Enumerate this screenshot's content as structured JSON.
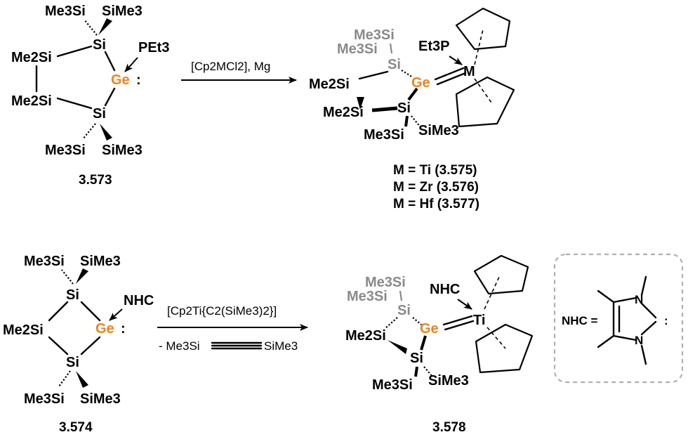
{
  "labels": {
    "me3si": "Me3Si",
    "sime3": "SiMe3",
    "me2si": "Me2Si",
    "si": "Si",
    "ge": "Ge",
    "pet3": "PEt3",
    "et3p": "Et3P",
    "m": "M",
    "ti": "Ti",
    "nhc": "NHC",
    "nhc_eq": "NHC ="
  },
  "reactions": [
    {
      "reagent": "[Cp2MCl2], Mg",
      "starting_material": "3.573",
      "products": [
        "M = Ti (3.575)",
        "M = Zr (3.576)",
        "M = Hf (3.577)"
      ]
    },
    {
      "reagent": "[Cp2Ti{C2(SiMe3)2}]",
      "byproduct_left": "- Me3Si",
      "byproduct_right": "SiMe3",
      "starting_material": "3.574",
      "product": "3.578"
    }
  ],
  "colors": {
    "germanium": "#f0821e",
    "faded": "#8a8a8a",
    "nhc_box_border": "#b0b0b0"
  }
}
